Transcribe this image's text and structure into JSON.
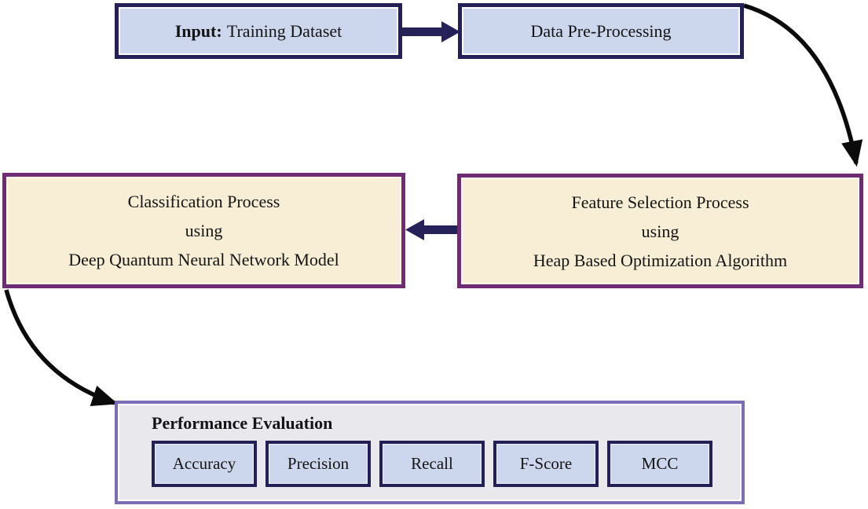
{
  "diagram": {
    "colors": {
      "background": "#ffffff",
      "node_fill_blue": "#ccd6ec",
      "node_border_navy": "#232057",
      "node_fill_cream": "#f8eed6",
      "node_border_purple": "#6f2b74",
      "panel_fill": "#e9e8ec",
      "panel_border": "#7b6cb5",
      "arrow_navy": "#262158",
      "arrow_black": "#0b0b0b",
      "text": "#141414"
    },
    "nodes": {
      "input": {
        "label_bold": "Input:",
        "label_rest": "Training Dataset"
      },
      "preprocess": {
        "label": "Data Pre-Processing"
      },
      "feature_selection": {
        "line1": "Feature Selection Process",
        "line2": "using",
        "line3": "Heap Based Optimization Algorithm"
      },
      "classification": {
        "line1": "Classification Process",
        "line2": "using",
        "line3": "Deep Quantum Neural Network Model"
      },
      "evaluation": {
        "title": "Performance Evaluation",
        "metrics": [
          "Accuracy",
          "Precision",
          "Recall",
          "F-Score",
          "MCC"
        ]
      }
    }
  }
}
